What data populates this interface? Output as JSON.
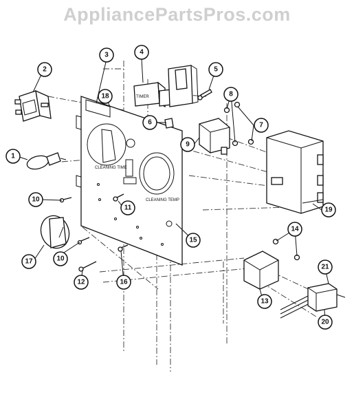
{
  "watermark": "AppliancePartsPros.com",
  "callouts": [
    {
      "id": "c1",
      "label": "1"
    },
    {
      "id": "c2",
      "label": "2"
    },
    {
      "id": "c3",
      "label": "3"
    },
    {
      "id": "c4",
      "label": "4"
    },
    {
      "id": "c5",
      "label": "5"
    },
    {
      "id": "c6",
      "label": "6"
    },
    {
      "id": "c7",
      "label": "7"
    },
    {
      "id": "c8",
      "label": "8"
    },
    {
      "id": "c9",
      "label": "9"
    },
    {
      "id": "c10a",
      "label": "10"
    },
    {
      "id": "c10b",
      "label": "10"
    },
    {
      "id": "c11",
      "label": "11"
    },
    {
      "id": "c12",
      "label": "12"
    },
    {
      "id": "c13",
      "label": "13"
    },
    {
      "id": "c14",
      "label": "14"
    },
    {
      "id": "c15",
      "label": "15"
    },
    {
      "id": "c16",
      "label": "16"
    },
    {
      "id": "c17",
      "label": "17"
    },
    {
      "id": "c18",
      "label": "18"
    },
    {
      "id": "c19",
      "label": "19"
    },
    {
      "id": "c20",
      "label": "20"
    },
    {
      "id": "c21",
      "label": "21"
    }
  ]
}
